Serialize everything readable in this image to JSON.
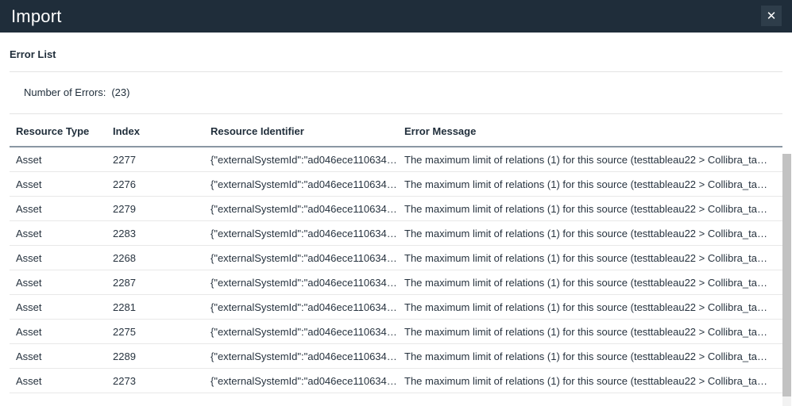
{
  "dialog": {
    "title": "Import",
    "close_icon": "close-icon",
    "close_glyph": "✕",
    "header_bg": "#1f2d3a",
    "close_bg": "#2e3d4a"
  },
  "section": {
    "title": "Error List",
    "error_count_label": "Number of Errors:",
    "error_count_value": "(23)"
  },
  "table": {
    "columns": [
      "Resource Type",
      "Index",
      "Resource Identifier",
      "Error Message"
    ],
    "rows": [
      {
        "resource_type": "Asset",
        "index": "2277",
        "resource_identifier": "{\"externalSystemId\":\"ad046ece110634…",
        "error_message": "The maximum limit of relations (1) for this source (testtableau22 > Collibra_tab_p…"
      },
      {
        "resource_type": "Asset",
        "index": "2276",
        "resource_identifier": "{\"externalSystemId\":\"ad046ece110634…",
        "error_message": "The maximum limit of relations (1) for this source (testtableau22 > Collibra_tab_p…"
      },
      {
        "resource_type": "Asset",
        "index": "2279",
        "resource_identifier": "{\"externalSystemId\":\"ad046ece110634…",
        "error_message": "The maximum limit of relations (1) for this source (testtableau22 > Collibra_tab_p…"
      },
      {
        "resource_type": "Asset",
        "index": "2283",
        "resource_identifier": "{\"externalSystemId\":\"ad046ece110634…",
        "error_message": "The maximum limit of relations (1) for this source (testtableau22 > Collibra_tab_p…"
      },
      {
        "resource_type": "Asset",
        "index": "2268",
        "resource_identifier": "{\"externalSystemId\":\"ad046ece110634…",
        "error_message": "The maximum limit of relations (1) for this source (testtableau22 > Collibra_tab_p…"
      },
      {
        "resource_type": "Asset",
        "index": "2287",
        "resource_identifier": "{\"externalSystemId\":\"ad046ece110634…",
        "error_message": "The maximum limit of relations (1) for this source (testtableau22 > Collibra_tab_p…"
      },
      {
        "resource_type": "Asset",
        "index": "2281",
        "resource_identifier": "{\"externalSystemId\":\"ad046ece110634…",
        "error_message": "The maximum limit of relations (1) for this source (testtableau22 > Collibra_tab_p…"
      },
      {
        "resource_type": "Asset",
        "index": "2275",
        "resource_identifier": "{\"externalSystemId\":\"ad046ece110634…",
        "error_message": "The maximum limit of relations (1) for this source (testtableau22 > Collibra_tab_p…"
      },
      {
        "resource_type": "Asset",
        "index": "2289",
        "resource_identifier": "{\"externalSystemId\":\"ad046ece110634…",
        "error_message": "The maximum limit of relations (1) for this source (testtableau22 > Collibra_tab_p…"
      },
      {
        "resource_type": "Asset",
        "index": "2273",
        "resource_identifier": "{\"externalSystemId\":\"ad046ece110634…",
        "error_message": "The maximum limit of relations (1) for this source (testtableau22 > Collibra_tab_p…"
      }
    ]
  }
}
